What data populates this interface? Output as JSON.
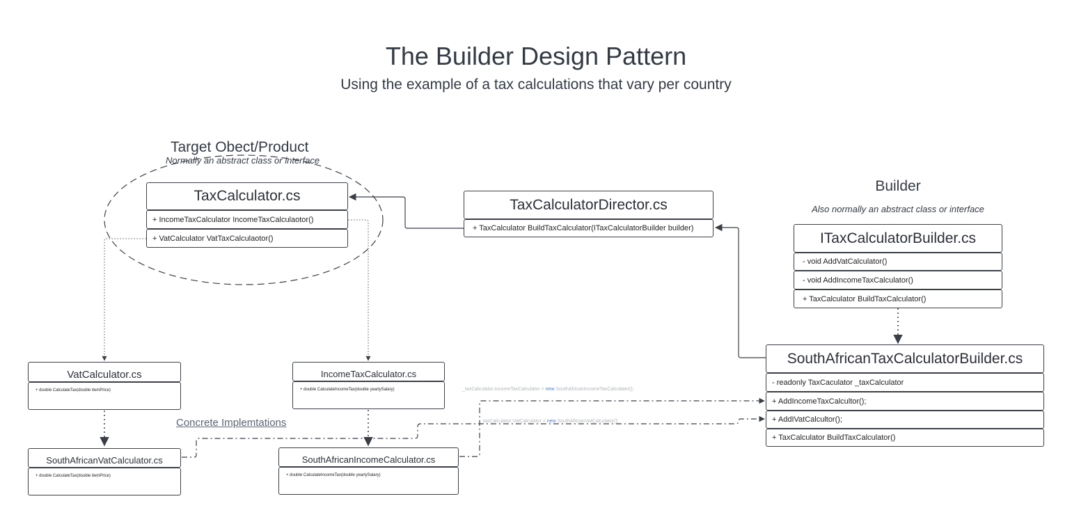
{
  "title": "The Builder Design Pattern",
  "subtitle": "Using the example of a tax calculations that vary per country",
  "product_group": {
    "label": "Target Obect/Product",
    "note": "Normally an abstract class or interface"
  },
  "builder_group": {
    "label": "Builder",
    "note": "Also normally an abstract class or interface"
  },
  "concrete_label": "Concrete Implemtations",
  "classes": {
    "tax_calculator": {
      "name": "TaxCalculator.cs",
      "members": [
        "+ IncomeTaxCalculator IncomeTaxCalculaotor()",
        "+ VatCalculator VatTaxCalculaotor()"
      ]
    },
    "director": {
      "name": "TaxCalculatorDirector.cs",
      "members": [
        "+  TaxCalculator  BuildTaxCalculator(ITaxCalculatorBuilder builder)"
      ]
    },
    "itax_builder": {
      "name": "ITaxCalculatorBuilder.cs",
      "members": [
        "-  void AddVatCalculator()",
        "-  void AddIncomeTaxCalculator()",
        "+  TaxCalculator BuildTaxCalculator()"
      ]
    },
    "sa_builder": {
      "name": "SouthAfricanTaxCalculatorBuilder.cs",
      "members": [
        "- readonly TaxCaculator _taxCalculator",
        "+ AddIncomeTaxCalcultor();",
        "+ AddIVatCalcultor();",
        "+  TaxCalculator BuildTaxCalculator()"
      ]
    },
    "vat_calculator": {
      "name": "VatCalculator.cs",
      "members": [
        "+ double CalculateTax(double itemPrice)"
      ]
    },
    "income_calculator": {
      "name": "IncomeTaxCalculator.cs",
      "members": [
        "+ double CalculateIncomeTax(double yearlySalary)"
      ]
    },
    "sa_vat_calculator": {
      "name": "SouthAfricanVatCalculator.cs",
      "members": [
        "+ double CalculateTax(double itemPrice)"
      ]
    },
    "sa_income_calculator": {
      "name": "SouthAfricanIncomeCalculator.cs",
      "members": [
        "+ double CalculateIncomeTax(double yearlySalary)"
      ]
    }
  },
  "code_notes": {
    "income_pre": "_taxCalculator.IncomeTaxCalculator = ",
    "income_kw": "new",
    "income_post": " SouthAfricanIncomeTaxCalculator();",
    "vat_pre": "_taxCalculator.VatCalculator = ",
    "vat_kw": "new",
    "vat_post": " SouthAfricanVatCalculator();"
  }
}
